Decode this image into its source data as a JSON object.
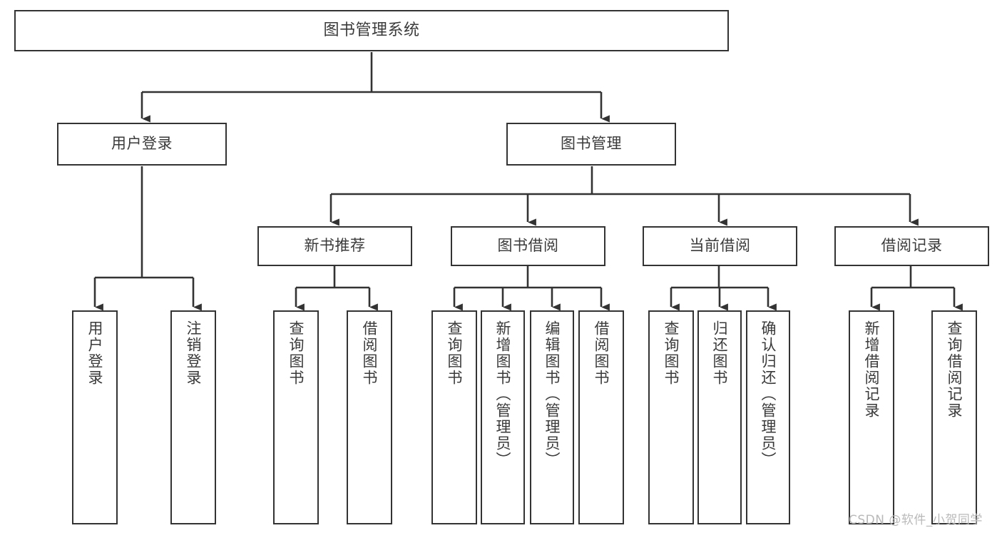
{
  "diagram": {
    "title": "图书管理系统",
    "type": "tree-hierarchy",
    "root": {
      "label": "图书管理系统"
    },
    "level2": [
      {
        "label": "用户登录"
      },
      {
        "label": "图书管理"
      }
    ],
    "level3": [
      {
        "label": "新书推荐"
      },
      {
        "label": "图书借阅"
      },
      {
        "label": "当前借阅"
      },
      {
        "label": "借阅记录"
      }
    ],
    "leaves_user_login": [
      {
        "label": "用户登录"
      },
      {
        "label": "注销登录"
      }
    ],
    "leaves_new_books": [
      {
        "label": "查询图书"
      },
      {
        "label": "借阅图书"
      }
    ],
    "leaves_borrow": [
      {
        "label": "查询图书"
      },
      {
        "label": "新增图书（管理员）"
      },
      {
        "label": "编辑图书（管理员）"
      },
      {
        "label": "借阅图书"
      }
    ],
    "leaves_current": [
      {
        "label": "查询图书"
      },
      {
        "label": "归还图书"
      },
      {
        "label": "确认归还（管理员）"
      }
    ],
    "leaves_records": [
      {
        "label": "新增借阅记录"
      },
      {
        "label": "查询借阅记录"
      }
    ]
  },
  "watermark": {
    "text": "CSDN @软件_小贺同学"
  },
  "colors": {
    "border": "#333333",
    "text": "#3a3a3a",
    "background": "#ffffff",
    "watermark": "#b9b9b9"
  }
}
